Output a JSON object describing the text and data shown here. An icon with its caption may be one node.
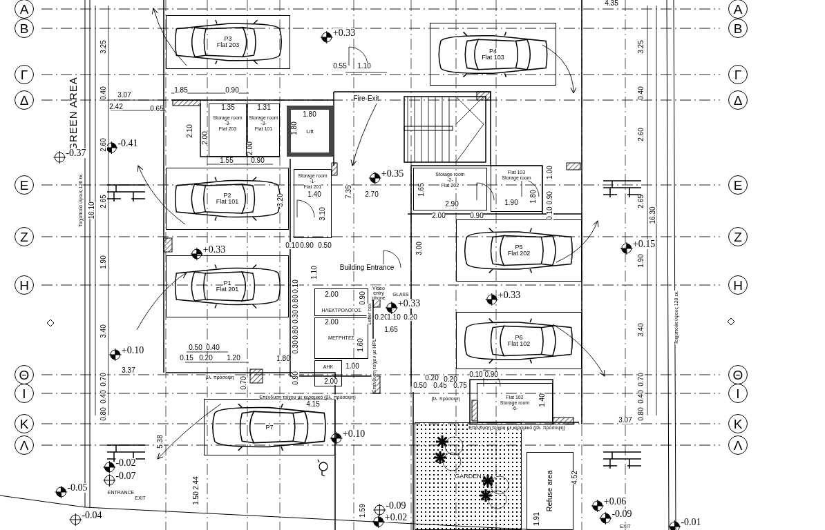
{
  "diagram": {
    "nodes": [
      {
        "text": [
          "P3",
          "Flat 203"
        ]
      },
      {
        "text": [
          "P4",
          "Flat 103"
        ]
      },
      {
        "text": [
          "Storage room",
          "-3-",
          "Flat 203"
        ]
      },
      {
        "text": [
          "Storage room",
          "-3-",
          "Flat 101"
        ]
      },
      {
        "text": [
          "Lift"
        ]
      },
      {
        "text": [
          "P2",
          "Flat 101"
        ]
      },
      {
        "text": [
          "Storage room",
          "-1-",
          "Flat 201"
        ]
      },
      {
        "text": [
          "Storage room",
          "-2-",
          "Flat 202"
        ]
      },
      {
        "text": [
          "Flat 103",
          "Storage room"
        ]
      },
      {
        "text": [
          "P5",
          "Flat 202"
        ]
      },
      {
        "text": [
          "P1",
          "Flat 201"
        ]
      },
      {
        "text": [
          "ΗΛΕΚΤΡΟΛΟΓΟΣ"
        ]
      },
      {
        "text": [
          "ΜΕΤΡΗΤΕΣ"
        ]
      },
      {
        "text": [
          "ΑΗΚ"
        ]
      },
      {
        "text": [
          "P6",
          "Flat 102"
        ]
      },
      {
        "text": [
          "Flat 102",
          "Storage room",
          "-6-"
        ]
      },
      {
        "text": [
          "P7"
        ]
      },
      {
        "text": [
          "GARDEN"
        ]
      },
      {
        "text": [
          "Refuse area"
        ]
      }
    ],
    "labels": [
      "Α",
      "Α",
      "Β",
      "Β",
      "Γ",
      "Γ",
      "Δ",
      "Δ",
      "Ε",
      "Ε",
      "Ζ",
      "Ζ",
      "Η",
      "Η",
      "Θ",
      "Θ",
      "Ι",
      "Ι",
      "Κ",
      "Κ",
      "Λ",
      "Λ",
      "4.35",
      "+0.33",
      "3.25",
      "3.25",
      "0.55",
      "1.10",
      "1.85",
      "0.90",
      "0.40",
      "0.40",
      "3.07",
      "Fire-Exit",
      "2.42",
      "0.65",
      "1.35",
      "1.31",
      "1.80",
      "GREEN AREA",
      "2.10",
      "2.00",
      "2.00",
      "1.80",
      "2.60",
      "2.60",
      "-0.41",
      "-0.37",
      "1.55",
      "0.90",
      "1.00",
      "+0.35",
      "1.40",
      "7.35",
      "2.70",
      "1.65",
      "2.90",
      "1.80",
      "1.90",
      "Τοιχοποιία ύψους 120 εκ.",
      "16.10",
      "2.65",
      "3.20",
      "3.10",
      "2.65",
      "16.30",
      "0.10 0.90",
      "2.00",
      "0.90",
      "0.10",
      "0.90",
      "0.50",
      "+0.33",
      "+0.15",
      "3.00",
      "1.90",
      "1.90",
      "Building Entrance",
      "1.10",
      "0.10",
      "0.80",
      "2.00",
      "0.90",
      "Video entry phone",
      "GLASS",
      "+0.33",
      "+0.33",
      "0.30",
      "0.20",
      "1.10",
      "0.20",
      "Letter box",
      "Τοιχοποιία ύψους 120 εκ.",
      "2.00",
      "1.65",
      "3.40",
      "0.80",
      "1.60",
      "3.40",
      "+0.10",
      "0.50",
      "0.40",
      "Επένδυση τοίχου με HPL",
      "0.15",
      "0.20",
      "1.20",
      "1.80",
      "0.30",
      "1.00",
      "3.37",
      "0.70",
      "βλ. πρόσοψη",
      "0.70",
      "0.90",
      "2.00",
      "0.50",
      "0.20",
      "0.45",
      "0.20",
      "0.75",
      "0.10 0.90",
      "0.70",
      "0.40",
      "0.40",
      "Επένδυση τοίχου με κεραμικό (βλ. πρόσοψη)",
      "βλ. πρόσοψη",
      "1.40",
      "4.15",
      "0.80",
      "0.80",
      "3.07",
      "Επένδυση τοίχου με κεραμικό (βλ. πρόσοψη)",
      "+0.10",
      "5.38",
      "-0.02",
      "-0.07",
      "4.52",
      "2.44",
      "-0.05",
      "ENTRANCE",
      "1.50",
      "EXIT",
      "1.59",
      "-0.09",
      "+0.06",
      "-0.04",
      "+0.02",
      "1.91",
      "-0.09",
      "EXIT",
      "-0.01"
    ]
  }
}
